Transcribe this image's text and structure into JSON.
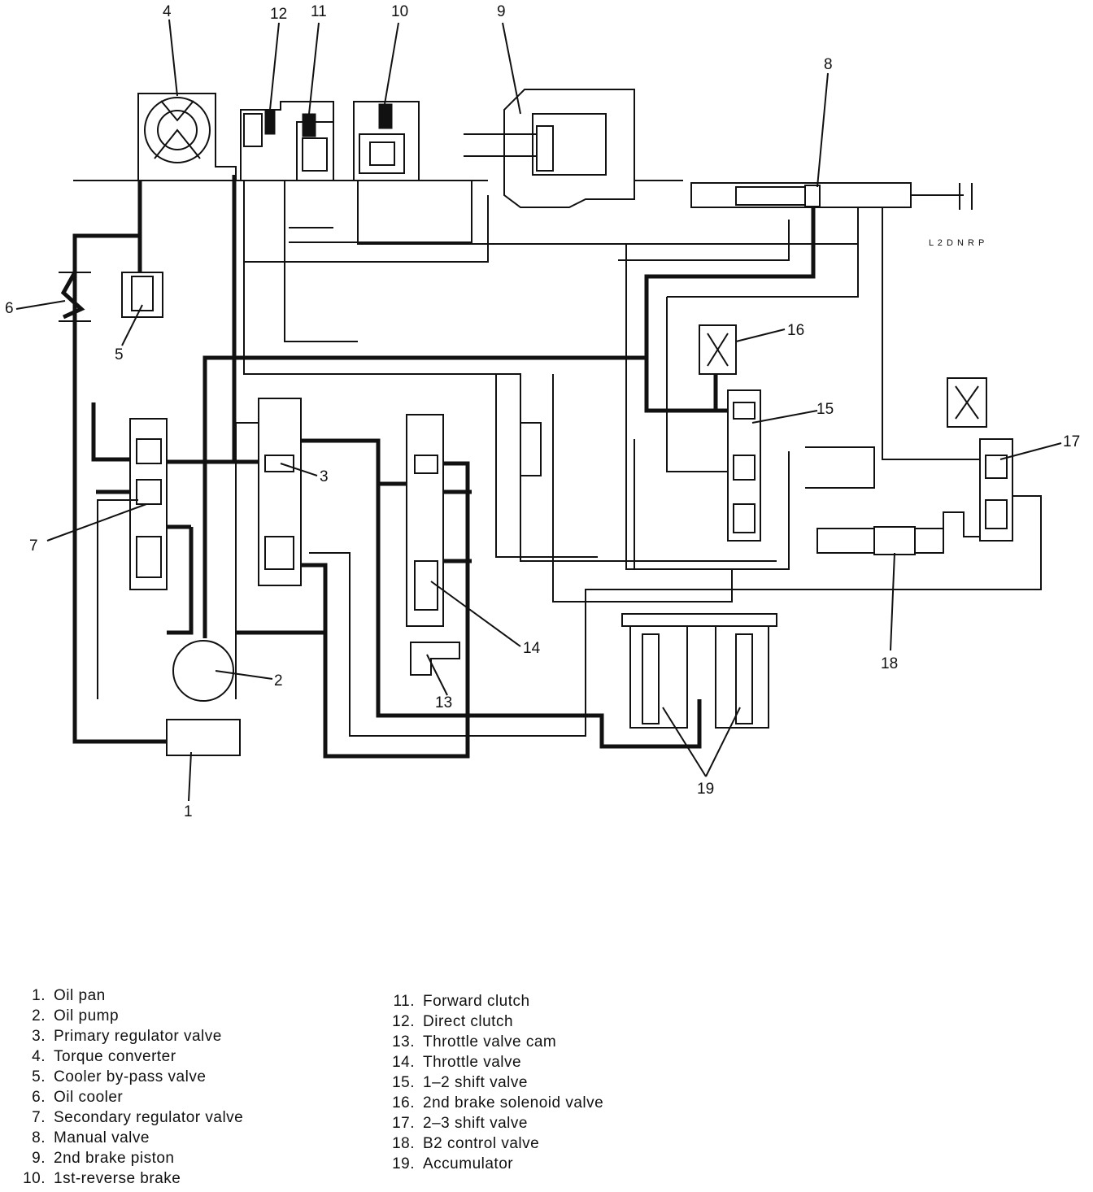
{
  "callouts": [
    {
      "id": "1",
      "label": "1"
    },
    {
      "id": "2",
      "label": "2"
    },
    {
      "id": "3",
      "label": "3"
    },
    {
      "id": "4",
      "label": "4"
    },
    {
      "id": "5",
      "label": "5"
    },
    {
      "id": "6",
      "label": "6"
    },
    {
      "id": "7",
      "label": "7"
    },
    {
      "id": "8",
      "label": "8"
    },
    {
      "id": "9",
      "label": "9"
    },
    {
      "id": "10",
      "label": "10"
    },
    {
      "id": "11",
      "label": "11"
    },
    {
      "id": "12",
      "label": "12"
    },
    {
      "id": "13",
      "label": "13"
    },
    {
      "id": "14",
      "label": "14"
    },
    {
      "id": "15",
      "label": "15"
    },
    {
      "id": "16",
      "label": "16"
    },
    {
      "id": "17",
      "label": "17"
    },
    {
      "id": "18",
      "label": "18"
    },
    {
      "id": "19",
      "label": "19"
    }
  ],
  "shift_positions": "L 2 D N R P",
  "legend": [
    {
      "num": "1.",
      "text": "Oil pan"
    },
    {
      "num": "2.",
      "text": "Oil pump"
    },
    {
      "num": "3.",
      "text": "Primary regulator valve"
    },
    {
      "num": "4.",
      "text": "Torque converter"
    },
    {
      "num": "5.",
      "text": "Cooler by-pass valve"
    },
    {
      "num": "6.",
      "text": "Oil cooler"
    },
    {
      "num": "7.",
      "text": "Secondary regulator valve"
    },
    {
      "num": "8.",
      "text": "Manual valve"
    },
    {
      "num": "9.",
      "text": "2nd brake piston"
    },
    {
      "num": "10.",
      "text": "1st-reverse brake"
    },
    {
      "num": "11.",
      "text": "Forward clutch"
    },
    {
      "num": "12.",
      "text": "Direct clutch"
    },
    {
      "num": "13.",
      "text": "Throttle valve cam"
    },
    {
      "num": "14.",
      "text": "Throttle valve"
    },
    {
      "num": "15.",
      "text": "1–2 shift valve"
    },
    {
      "num": "16.",
      "text": "2nd brake solenoid valve"
    },
    {
      "num": "17.",
      "text": "2–3 shift valve"
    },
    {
      "num": "18.",
      "text": "B2 control valve"
    },
    {
      "num": "19.",
      "text": "Accumulator"
    }
  ]
}
